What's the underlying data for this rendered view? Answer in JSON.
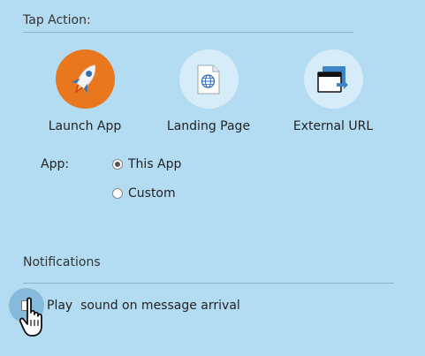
{
  "tap_action": {
    "title": "Tap Action:",
    "options": [
      {
        "label": "Launch App",
        "icon": "rocket-icon",
        "selected": true
      },
      {
        "label": "Landing Page",
        "icon": "globe-page-icon",
        "selected": false
      },
      {
        "label": "External URL",
        "icon": "external-window-icon",
        "selected": false
      }
    ]
  },
  "app": {
    "label": "App:",
    "options": [
      {
        "label": "This App",
        "checked": true
      },
      {
        "label": "Custom",
        "checked": false
      }
    ]
  },
  "notifications": {
    "title": "Notifications",
    "play_sound_label": "Play  sound on message arrival",
    "play_sound_checked": false
  },
  "colors": {
    "background": "#b3dcf3",
    "selected_tile": "#e9771e",
    "tile": "#d6ecf8",
    "divider": "#86b3cc"
  }
}
